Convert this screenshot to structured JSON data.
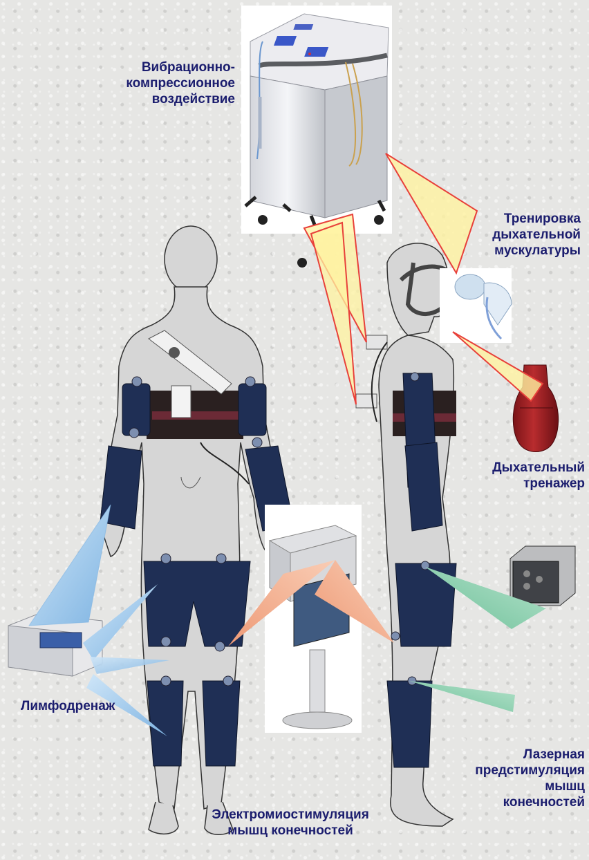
{
  "labels": {
    "vibro": [
      "Вибрационно-",
      "компрессионное",
      "воздействие"
    ],
    "breath_training": [
      "Тренировка",
      "дыхательной",
      "мускулатуры"
    ],
    "breath_trainer": [
      "Дыхательный",
      "тренажер"
    ],
    "lymph": [
      "Лимфодренаж"
    ],
    "laser": [
      "Лазерная",
      "предстимуляция",
      "мышц",
      "конечностей"
    ],
    "ems": [
      "Электромиостимуляция",
      "мышц конечностей"
    ]
  },
  "colors": {
    "label_text": "#1b1d6e",
    "arrow_red": "#e8403a",
    "arrow_yellow": "#fff3a0",
    "arrow_blue": "#9cc8ea",
    "arrow_peach": "#f0a888",
    "arrow_green": "#80caa8",
    "cuff_navy": "#1f2f55",
    "belt_black": "#2a2020",
    "body_gray": "#d8d8d8"
  }
}
